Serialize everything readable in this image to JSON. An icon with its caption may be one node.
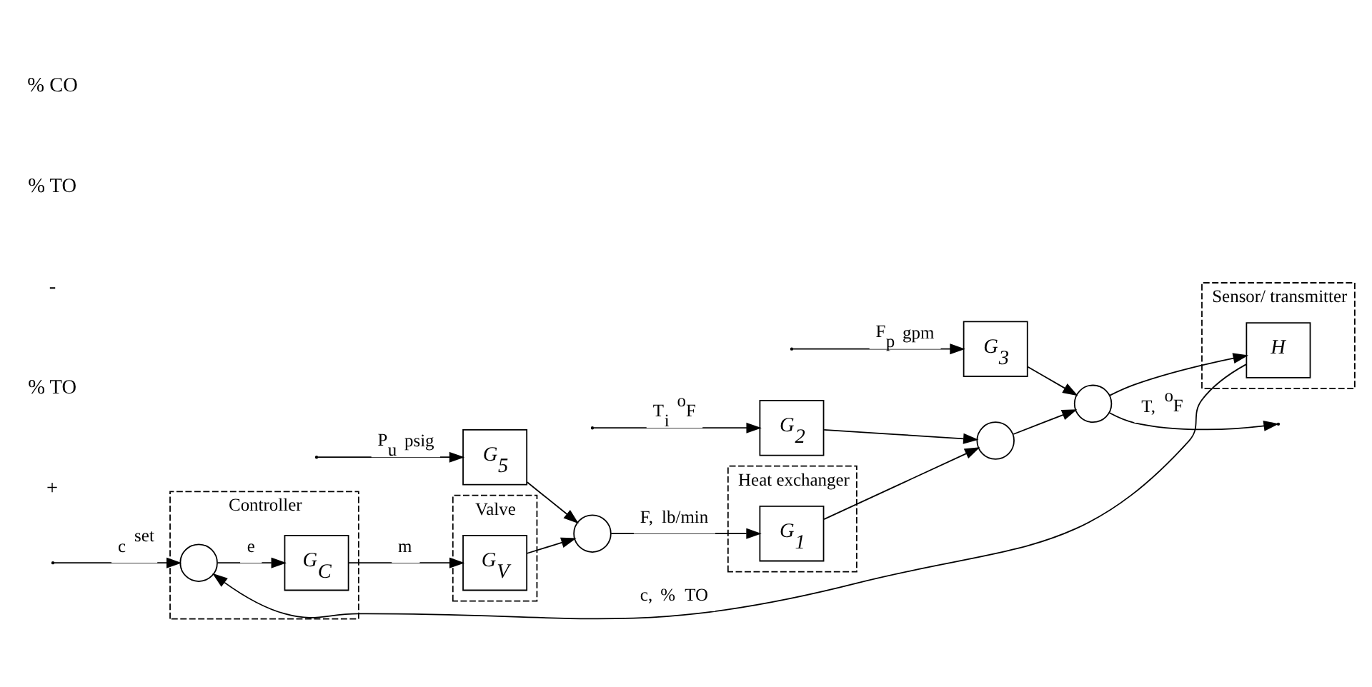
{
  "diagram": {
    "nodes": [
      {
        "text": [
          "Controller"
        ]
      },
      {
        "text": [],
        "shape": "circle",
        "in": 0
      },
      {
        "text": [
          "G$_{C}$"
        ],
        "in": 0
      },
      {
        "text": [
          "Valve"
        ]
      },
      {
        "text": [
          "G$_{V}$"
        ],
        "in": 3
      },
      {
        "text": [],
        "shape": "circle"
      },
      {
        "text": [
          "G$_{5}$"
        ]
      },
      {
        "text": [
          "Heat exchanger"
        ]
      },
      {
        "text": [
          "G$_{1}$"
        ],
        "in": 7
      },
      {
        "text": [
          "G$_{2}$"
        ]
      },
      {
        "text": [
          "G$_{3}$"
        ]
      },
      {
        "text": [],
        "shape": "circle"
      },
      {
        "text": [],
        "shape": "circle"
      },
      {
        "text": [
          "Sensor/ transmitter"
        ]
      },
      {
        "text": [
          "H"
        ],
        "in": 13
      }
    ],
    "edges": [
      {
        "from": null,
        "to": 1,
        "arrow": "to",
        "label": "c $^{set}$"
      },
      {
        "from": 1,
        "to": 2,
        "arrow": "to",
        "label": "e"
      },
      {
        "from": 2,
        "to": 4,
        "arrow": "to",
        "label": "m"
      },
      {
        "from": 4,
        "to": 5,
        "arrow": "to"
      },
      {
        "from": 6,
        "to": 5,
        "arrow": "to"
      },
      {
        "from": 5,
        "to": 8,
        "arrow": "to",
        "label": "F, lb/min"
      },
      {
        "from": 8,
        "to": 11,
        "arrow": "to"
      },
      {
        "from": 9,
        "to": 11,
        "arrow": "to"
      },
      {
        "from": 10,
        "to": 12,
        "arrow": "to"
      },
      {
        "from": 11,
        "to": 12,
        "arrow": "to"
      },
      {
        "from": 12,
        "to": null,
        "arrow": "to",
        "label": "T, $^{o}$F"
      },
      {
        "from": 12,
        "to": 14,
        "arrow": "to"
      },
      {
        "from": 14,
        "to": 1,
        "arrow": "to",
        "label": "c, % TO"
      },
      {
        "from": null,
        "to": 6,
        "arrow": "to",
        "label": "P$_{u}$ psig"
      },
      {
        "from": null,
        "to": 9,
        "arrow": "to",
        "label": "T$_{i}$ $^{o}$F"
      },
      {
        "from": null,
        "to": 10,
        "arrow": "to",
        "label": "F$_{p}$ gpm"
      }
    ],
    "labels": [
      "+",
      "% TO",
      "-",
      "% TO",
      "% CO"
    ]
  }
}
